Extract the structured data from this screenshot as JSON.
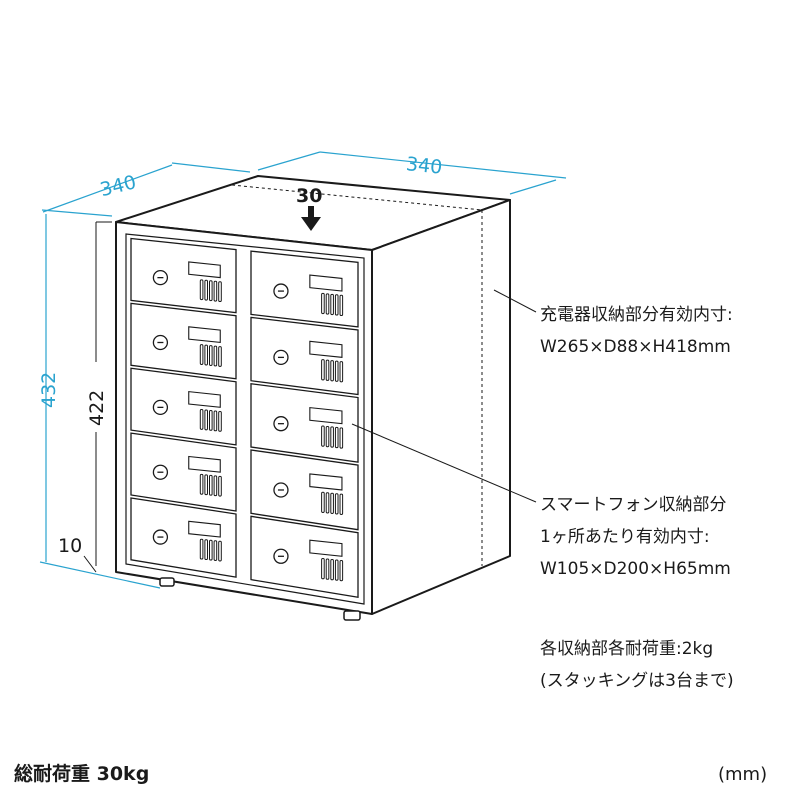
{
  "dimensions": {
    "depth": "340",
    "width": "340",
    "height_total": "432",
    "height_body": "422",
    "foot": "10",
    "top_gap": "30"
  },
  "notes": {
    "charger": {
      "line1": "充電器収納部分有効内寸:",
      "line2": "W265×D88×H418mm"
    },
    "phone": {
      "line1": "スマートフォン収納部分",
      "line2": "1ヶ所あたり有効内寸:",
      "line3": "W105×D200×H65mm"
    },
    "load": {
      "line1": "各収納部各耐荷重:2kg",
      "line2": "(スタッキングは3台まで)"
    }
  },
  "footer": {
    "total_load": "総耐荷重 30kg",
    "unit": "(mm)"
  },
  "colors": {
    "dimension_line": "#2aa3cf",
    "outline": "#1a1a1a"
  },
  "layout": {
    "columns": 2,
    "rows": 5
  }
}
